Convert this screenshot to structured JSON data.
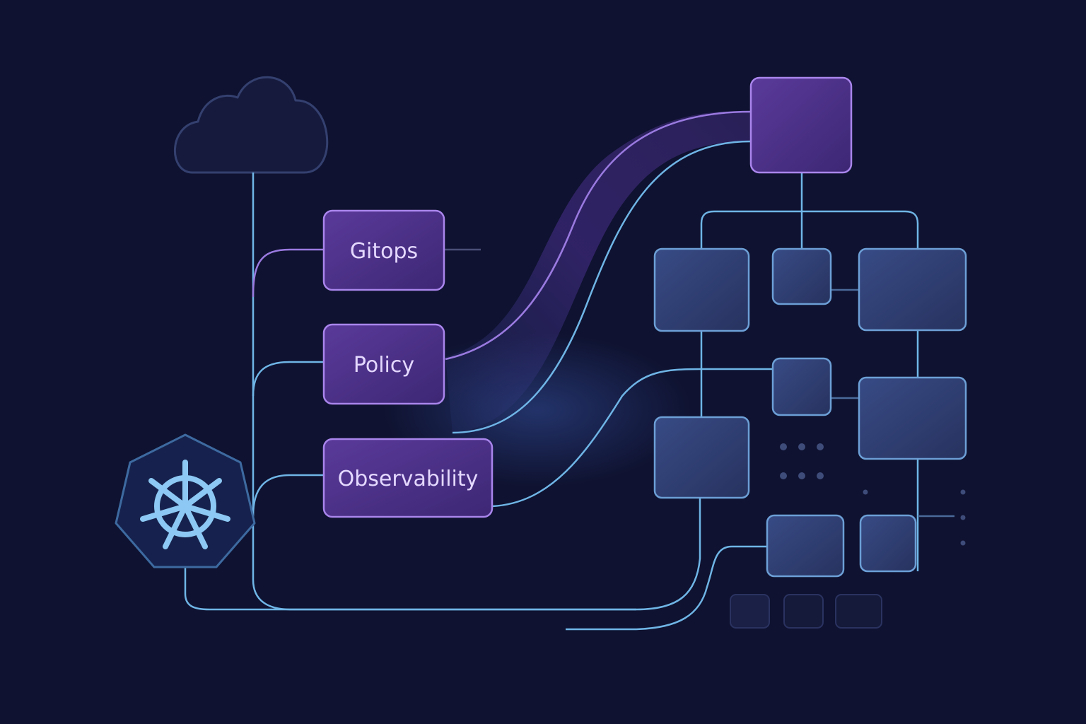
{
  "diagram": {
    "platform_icon": "kubernetes-helm-icon",
    "cloud_icon": "cloud-icon",
    "modules": [
      {
        "id": "gitops",
        "label": "Gitops"
      },
      {
        "id": "policy",
        "label": "Policy"
      },
      {
        "id": "observability",
        "label": "Observability"
      }
    ],
    "colors": {
      "background": "#0f1230",
      "connector_blue": "#6fb5e6",
      "connector_purple": "#9a7ae0",
      "module_fill": "#4a2f86",
      "module_border": "#a985ec",
      "node_fill": "#2c3a6e",
      "node_border": "#6c9fd6",
      "icon": "#8cc8f3"
    }
  }
}
